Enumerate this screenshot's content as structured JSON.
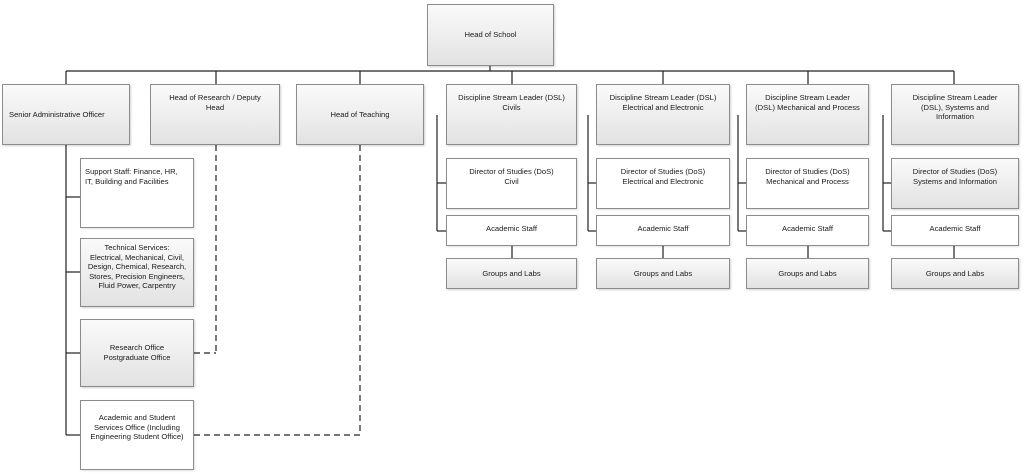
{
  "org": {
    "head": "Head of School",
    "sao": "Senior Administrative Officer",
    "research_head": "Head of Research / Deputy\nHead",
    "teaching_head": "Head of Teaching",
    "sao_units": [
      "Support Staff: Finance, HR,\nIT, Building and Facilities",
      "Technical Services:\nElectrical, Mechanical, Civil,\nDesign, Chemical, Research,\nStores, Precision Engineers,\nFluid Power, Carpentry",
      "Research Office\nPostgraduate Office",
      "Academic and Student\nServices Office (Including\nEngineering Student Office)"
    ],
    "streams": [
      {
        "dsl": "Discipline Stream Leader (DSL)\nCivils",
        "dos": "Director of Studies (DoS)\nCivil",
        "staff": "Academic Staff",
        "groups": "Groups and Labs"
      },
      {
        "dsl": "Discipline Stream Leader (DSL)\nElectrical and Electronic",
        "dos": "Director of Studies (DoS)\nElectrical and Electronic",
        "staff": "Academic Staff",
        "groups": "Groups and Labs"
      },
      {
        "dsl": "Discipline Stream Leader\n(DSL) Mechanical and Process",
        "dos": "Director of Studies (DoS)\nMechanical and Process",
        "staff": "Academic Staff",
        "groups": "Groups and Labs"
      },
      {
        "dsl": "Discipline Stream Leader\n(DSL), Systems and\nInformation",
        "dos": "Director of Studies (DoS)\nSystems and Information",
        "staff": "Academic Staff",
        "groups": "Groups and Labs"
      }
    ]
  }
}
